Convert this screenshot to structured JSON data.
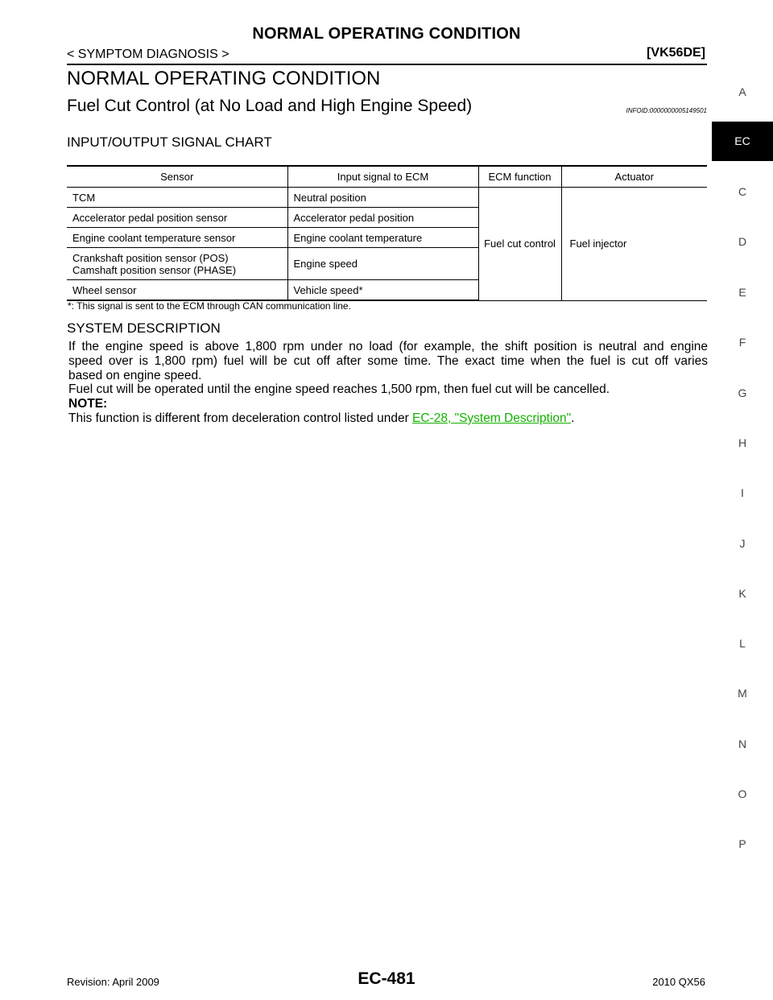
{
  "header": {
    "title": "NORMAL OPERATING CONDITION",
    "section": "< SYMPTOM DIAGNOSIS >",
    "model_code": "[VK56DE]"
  },
  "main": {
    "heading": "NORMAL OPERATING CONDITION",
    "subheading": "Fuel Cut Control (at No Load and High Engine Speed)",
    "info_id": "INFOID:0000000005149501",
    "io_chart_title": "INPUT/OUTPUT SIGNAL CHART",
    "table": {
      "headers": [
        "Sensor",
        "Input signal to ECM",
        "ECM function",
        "Actuator"
      ],
      "rows": [
        {
          "sensor": "TCM",
          "input": "Neutral position"
        },
        {
          "sensor": "Accelerator pedal position sensor",
          "input": "Accelerator pedal position"
        },
        {
          "sensor": "Engine coolant temperature sensor",
          "input": "Engine coolant temperature"
        },
        {
          "sensor_line1": "Crankshaft position sensor (POS)",
          "sensor_line2": "Camshaft position sensor (PHASE)",
          "input": "Engine speed"
        },
        {
          "sensor": "Wheel sensor",
          "input": "Vehicle speed*"
        }
      ],
      "ecm_function": "Fuel cut control",
      "actuator": "Fuel injector"
    },
    "footnote": "*: This signal is sent to the ECM through CAN communication line.",
    "system_description": {
      "title": "SYSTEM DESCRIPTION",
      "para1_line1": "If the engine speed is above 1,800 rpm under no load (for example, the shift position is neutral and engine",
      "para1_line2": "speed over is 1,800 rpm) fuel will be cut off after some time. The exact time when the fuel is cut off varies",
      "para1_line3": "based on engine speed.",
      "para2": "Fuel cut will be operated until the engine speed reaches 1,500 rpm, then fuel cut will be cancelled.",
      "note_label": "NOTE:",
      "note_text": "This function is different from deceleration control listed under ",
      "note_link": "EC-28, \"System Description\"",
      "note_end": "."
    }
  },
  "side_tabs": [
    "A",
    "EC",
    "C",
    "D",
    "E",
    "F",
    "G",
    "H",
    "I",
    "J",
    "K",
    "L",
    "M",
    "N",
    "O",
    "P"
  ],
  "active_tab": "EC",
  "footer": {
    "revision": "Revision: April 2009",
    "page": "EC-481",
    "model": "2010 QX56"
  }
}
